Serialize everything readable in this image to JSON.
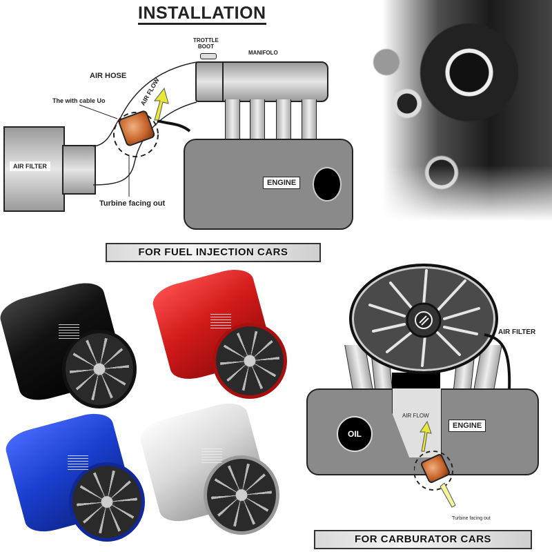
{
  "title": "INSTALLATION",
  "fuel_injection": {
    "labels": {
      "throttle_boot": "TROTTLE\nBOOT",
      "manifold": "MANIFOLO",
      "air_hose": "AIR HOSE",
      "air_flow": "AIR FLOW",
      "tie_cable": "The with cable Uo",
      "air_filter": "AIR FILTER",
      "turbine_note": "Turbine facing out",
      "engine": "ENGINE"
    },
    "banner": "FOR FUEL INJECTION CARS"
  },
  "carburetor": {
    "labels": {
      "air_filter": "AIR FILTER",
      "air_flow": "AIR FLOW",
      "engine": "ENGINE",
      "oil": "OIL",
      "turbine_note": "Turbine facing out"
    },
    "banner": "FOR CARBURATOR CARS"
  },
  "products": [
    {
      "color_name": "black",
      "body": "#1a1a1a",
      "rim": "#111111"
    },
    {
      "color_name": "red",
      "body": "#d11a1a",
      "rim": "#a80f0f"
    },
    {
      "color_name": "blue",
      "body": "#1a3fd0",
      "rim": "#10289a"
    },
    {
      "color_name": "silver",
      "body": "#d9d9d9",
      "rim": "#aaaaaa"
    }
  ],
  "colors": {
    "arrow": "#e8e83a",
    "turbine": "#c8642a",
    "engine_gray": "#8a8a8a"
  }
}
